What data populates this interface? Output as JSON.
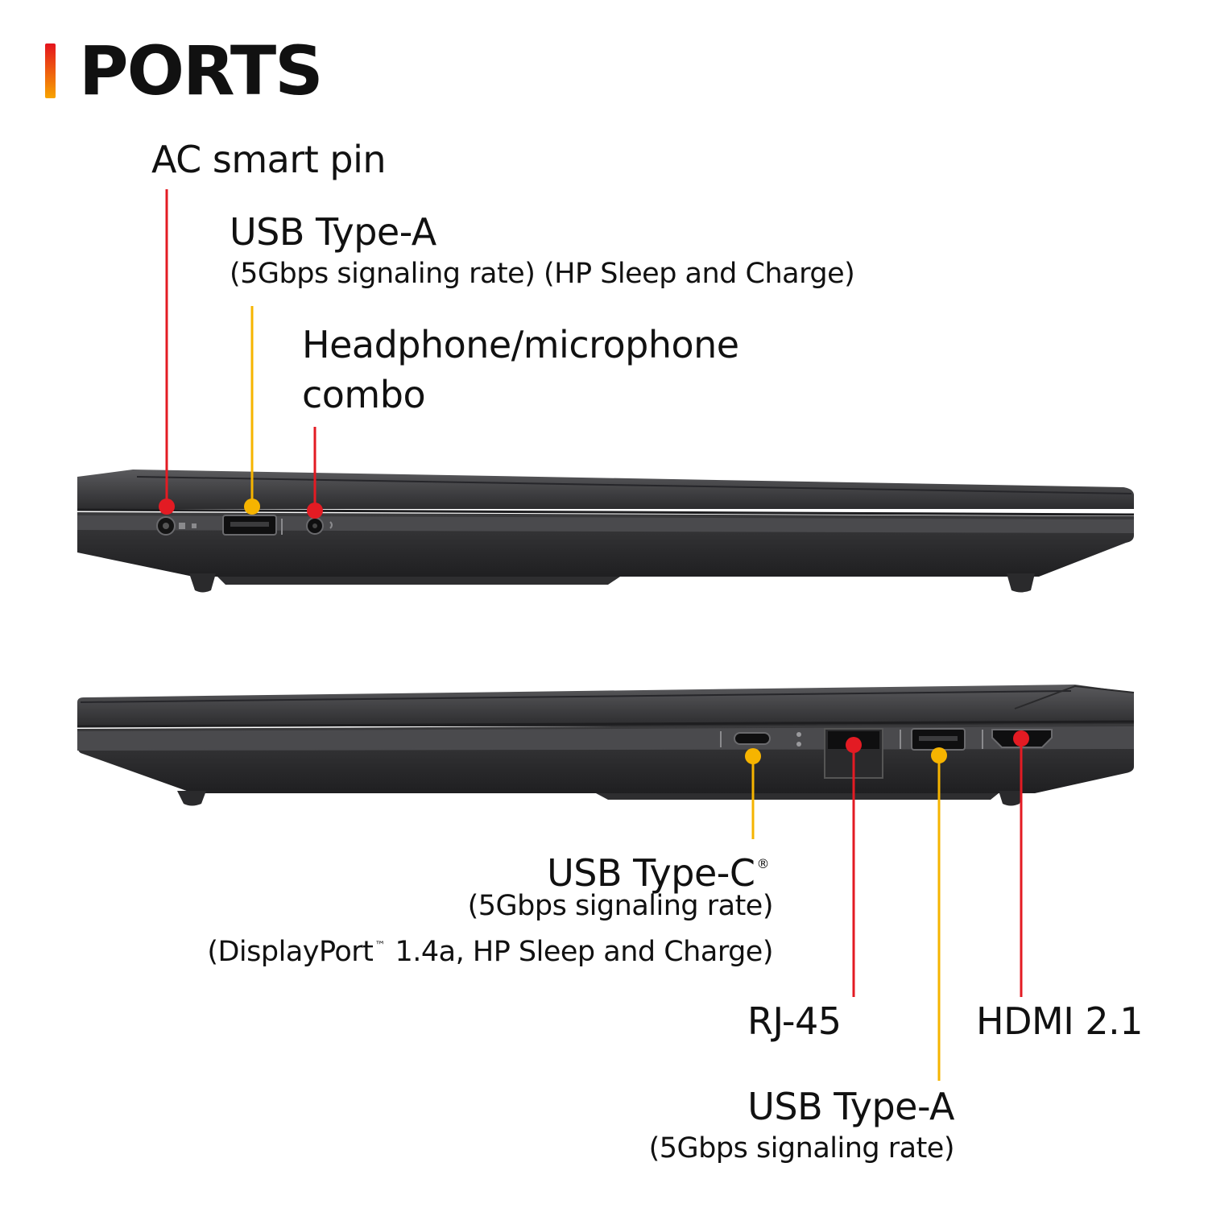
{
  "title": "PORTS",
  "colors": {
    "accent_red": "#e4141e",
    "accent_orange": "#f7a400",
    "callout_red": "#e31b23",
    "callout_yellow": "#f6b400",
    "laptop_body": "#3a3a3c",
    "text": "#111111"
  },
  "left_side": {
    "ports": [
      {
        "name": "AC smart pin",
        "detail": "",
        "line_color": "red",
        "icon": "ac-power-port-icon"
      },
      {
        "name": "USB Type-A",
        "detail": "(5Gbps signaling rate) (HP Sleep and Charge)",
        "line_color": "yellow",
        "icon": "usb-a-port-icon"
      },
      {
        "name": "Headphone/microphone",
        "name_line2": "combo",
        "detail": "",
        "line_color": "red",
        "icon": "audio-jack-icon"
      }
    ]
  },
  "right_side": {
    "ports": [
      {
        "name": "USB Type-C",
        "mark": "®",
        "detail": "(5Gbps signaling rate)",
        "detail2_pre": "(DisplayPort",
        "detail2_tm": "™",
        "detail2_post": " 1.4a, HP Sleep and Charge)",
        "line_color": "yellow",
        "icon": "usb-c-port-icon"
      },
      {
        "name": "RJ-45",
        "detail": "",
        "line_color": "red",
        "icon": "ethernet-port-icon"
      },
      {
        "name": "USB Type-A",
        "detail": "(5Gbps signaling rate)",
        "line_color": "yellow",
        "icon": "usb-a-port-icon"
      },
      {
        "name": "HDMI 2.1",
        "detail": "",
        "line_color": "red",
        "icon": "hdmi-port-icon"
      }
    ]
  }
}
